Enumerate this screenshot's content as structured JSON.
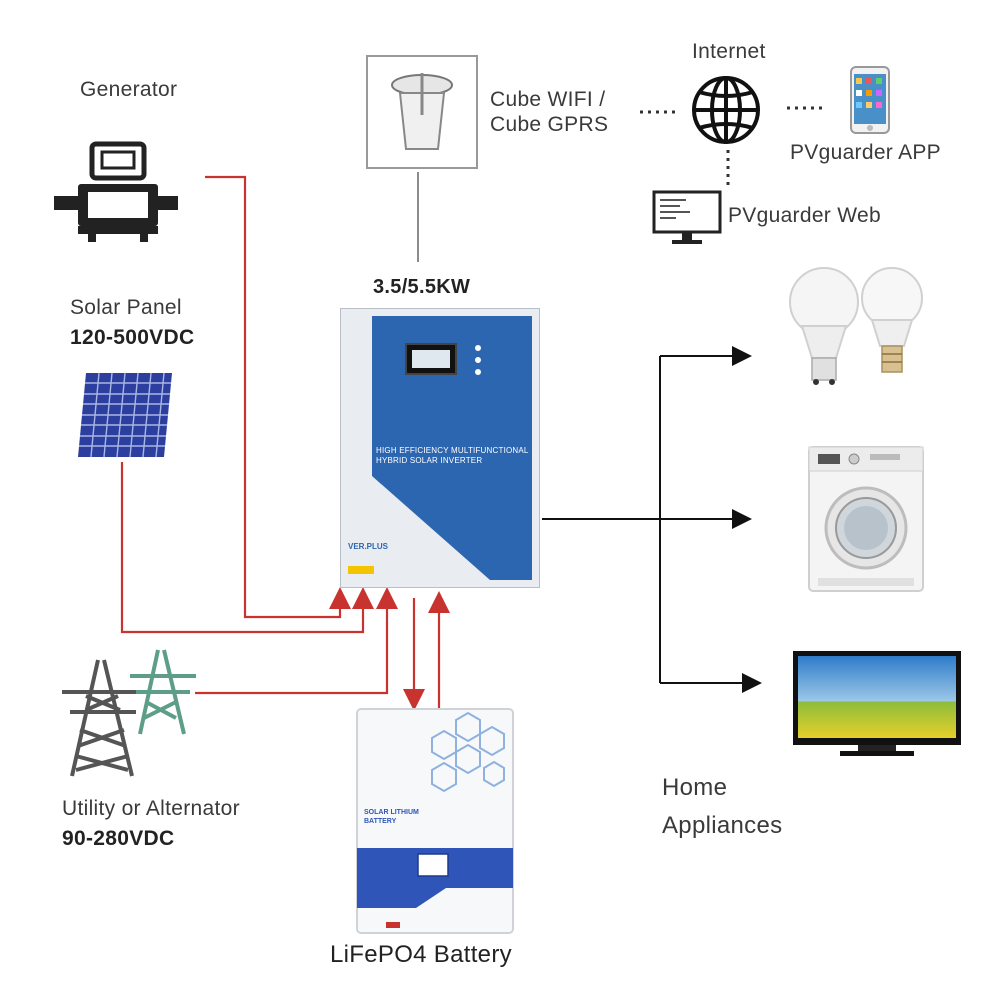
{
  "generator": {
    "label": "Generator",
    "icon": "generator-icon"
  },
  "solar_panel": {
    "label": "Solar Panel",
    "spec": "120-500VDC",
    "icon": "solar-panel-icon"
  },
  "utility": {
    "label": "Utility or Alternator",
    "spec": "90-280VDC",
    "icon": "power-tower-icon"
  },
  "battery": {
    "label": "LiFePO4 Battery",
    "icon": "battery-icon",
    "panel_text_line1": "SOLAR LITHIUM",
    "panel_text_line2": "BATTERY"
  },
  "inverter": {
    "power_label": "3.5/5.5KW",
    "icon": "inverter-icon",
    "front_line1": "HIGH EFFICIENCY MULTIFUNCTIONAL",
    "front_line2": "HYBRID SOLAR INVERTER",
    "model": "VER.PLUS"
  },
  "wifi": {
    "line1": "Cube WIFI /",
    "line2": "Cube GPRS",
    "icon": "wifi-dongle-icon"
  },
  "internet": {
    "label": "Internet",
    "icon": "globe-icon"
  },
  "app": {
    "label": "PVguarder APP",
    "icon": "smartphone-icon"
  },
  "web": {
    "label": "PVguarder Web",
    "icon": "computer-monitor-icon"
  },
  "home": {
    "line1": "Home",
    "line2": "Appliances",
    "appliances": [
      "light-bulb-icon",
      "washing-machine-icon",
      "television-icon"
    ]
  },
  "colors": {
    "wire_red": "#c8322f",
    "wire_black": "#111111",
    "inverter_blue": "#2d66b0",
    "battery_blue": "#2f55b8"
  }
}
